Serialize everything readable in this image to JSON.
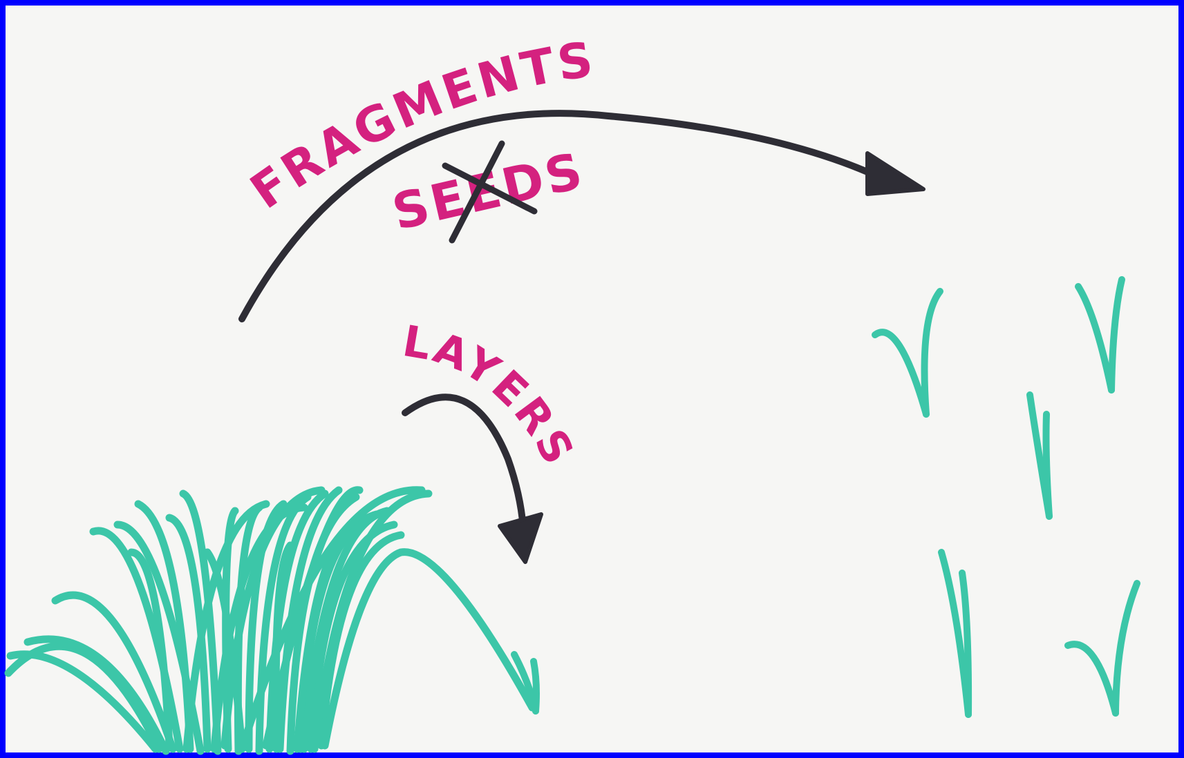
{
  "colors": {
    "frame": "#0000ff",
    "paper": "#f6f6f4",
    "text": "#d4217f",
    "arrow": "#2e2d35",
    "grass": "#3cc6a8",
    "grass_dark": "#27b093"
  },
  "labels": {
    "fragments": "FRAGMENTS",
    "seeds": "SEEDS",
    "layers": "LAYERS"
  },
  "marks": {
    "seeds_crossed_out": true
  }
}
